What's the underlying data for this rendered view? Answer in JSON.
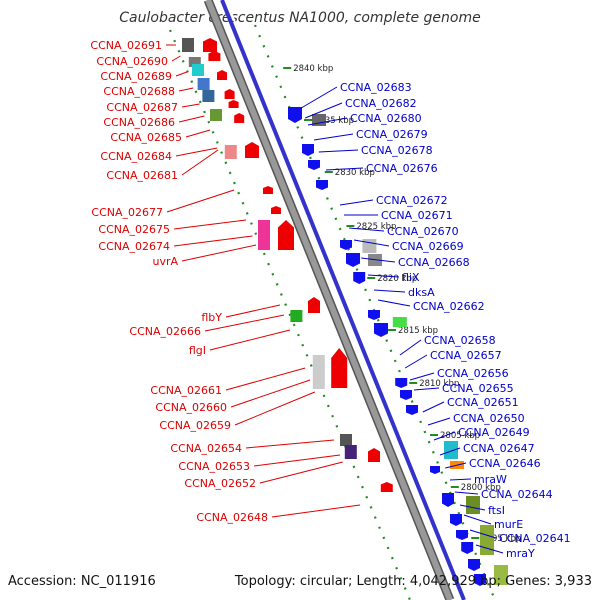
{
  "title": "Caulobacter crescentus NA1000, complete genome",
  "footer": {
    "accession": "Accession: NC_011916",
    "summary": "Topology: circular; Length: 4,042,929 bp; Genes: 3,933"
  },
  "colors": {
    "forward_label": "#dd0000",
    "reverse_label": "#0000cc",
    "forward_gene": "#ee0000",
    "reverse_gene": "#1010ee",
    "backbone": "#999999",
    "ruler_dots": "#228b22"
  },
  "ruler_labels": [
    "2840 kbp",
    "2835 kbp",
    "2830 kbp",
    "2825 kbp",
    "2820 kbp",
    "2815 kbp",
    "2810 kbp",
    "2805 kbp",
    "2800 kbp",
    "2795 kbp"
  ],
  "left_labels": [
    "CCNA_02691",
    "CCNA_02690",
    "CCNA_02689",
    "CCNA_02688",
    "CCNA_02687",
    "CCNA_02686",
    "CCNA_02685",
    "CCNA_02684",
    "CCNA_02681",
    "CCNA_02677",
    "CCNA_02675",
    "CCNA_02674",
    "uvrA",
    "flbY",
    "CCNA_02666",
    "flgI",
    "CCNA_02661",
    "CCNA_02660",
    "CCNA_02659",
    "CCNA_02654",
    "CCNA_02653",
    "CCNA_02652",
    "CCNA_02648"
  ],
  "right_labels": [
    "CCNA_02683",
    "CCNA_02682",
    "CCNA_02680",
    "CCNA_02679",
    "CCNA_02678",
    "CCNA_02676",
    "CCNA_02672",
    "CCNA_02671",
    "CCNA_02670",
    "CCNA_02669",
    "CCNA_02668",
    "fliX",
    "dksA",
    "CCNA_02662",
    "CCNA_02658",
    "CCNA_02657",
    "CCNA_02656",
    "CCNA_02655",
    "CCNA_02651",
    "CCNA_02650",
    "CCNA_02649",
    "CCNA_02647",
    "CCNA_02646",
    "mraW",
    "CCNA_02644",
    "ftsI",
    "murE",
    "CCNA_02641",
    "mraY"
  ]
}
